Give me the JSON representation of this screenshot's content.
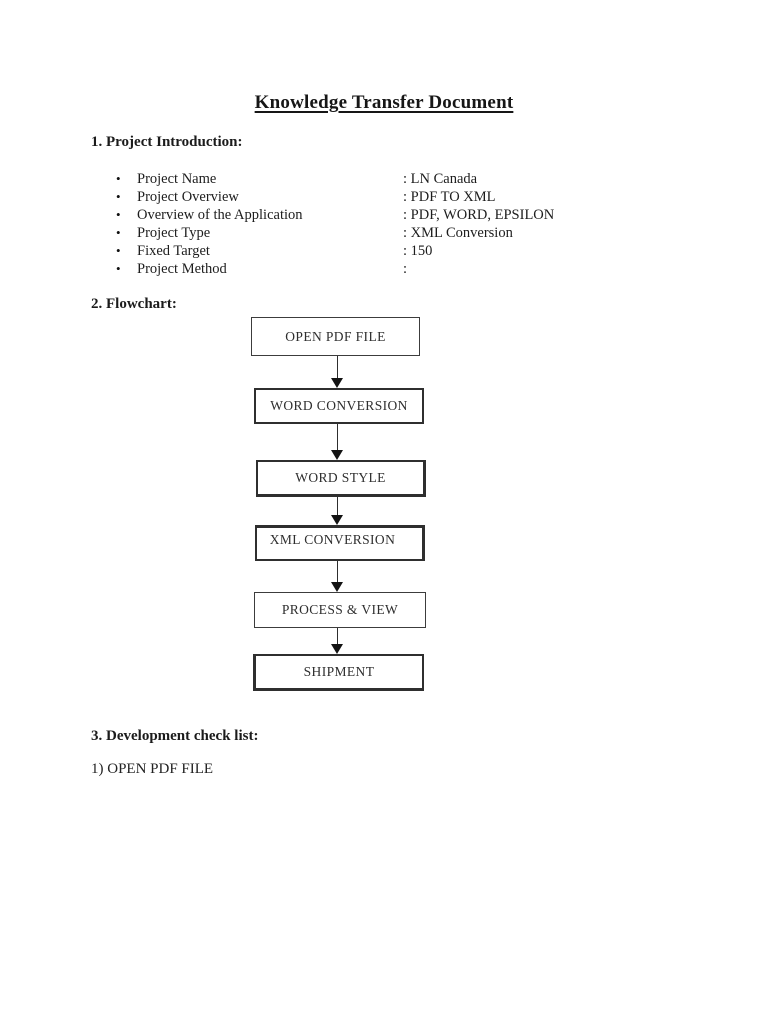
{
  "document": {
    "title": "Knowledge Transfer Document",
    "intro": {
      "heading": "1. Project Introduction:",
      "items": [
        {
          "label": "Project Name",
          "value": ": LN Canada"
        },
        {
          "label": "Project Overview",
          "value": ": PDF TO XML"
        },
        {
          "label": "Overview of the Application",
          "value": ": PDF, WORD, EPSILON"
        },
        {
          "label": "Project Type",
          "value": ": XML Conversion"
        },
        {
          "label": "Fixed Target",
          "value": ": 150"
        },
        {
          "label": "Project Method",
          "value": ":"
        }
      ]
    },
    "flowchart": {
      "heading": "2. Flowchart:",
      "steps": [
        "OPEN PDF FILE",
        "WORD CONVERSION",
        "WORD STYLE",
        "XML CONVERSION",
        "PROCESS & VIEW",
        "SHIPMENT"
      ]
    },
    "checklist": {
      "heading": "3. Development check list:",
      "items": [
        "1) OPEN PDF FILE"
      ]
    }
  }
}
